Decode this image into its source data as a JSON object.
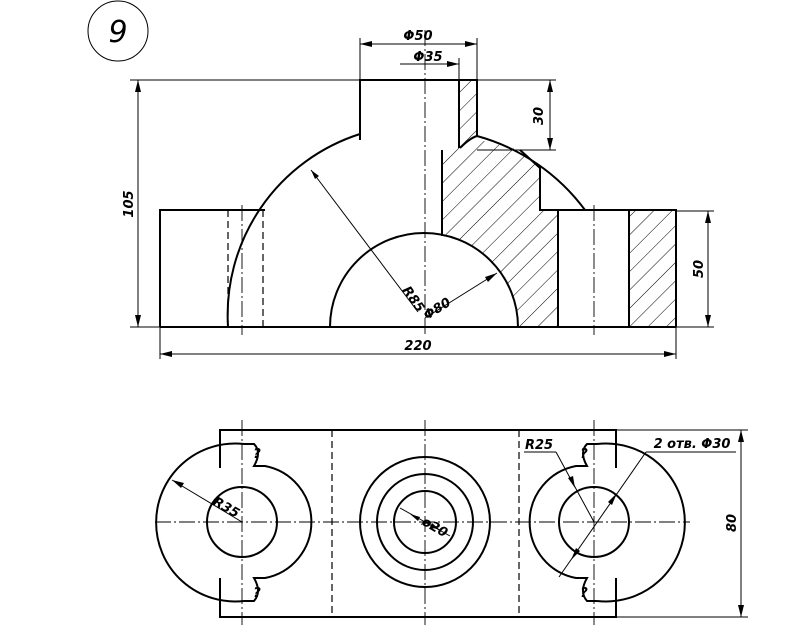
{
  "sheet": {
    "number": "9"
  },
  "dimensions": {
    "phi50": "Φ50",
    "phi35": "Φ35",
    "h30": "30",
    "h105": "105",
    "h50": "50",
    "r85": "R85",
    "phi80": "Φ80",
    "w220": "220",
    "r35": "R35",
    "phi20": "ø20",
    "r25": "R25",
    "holes": "2 отв. Φ30",
    "d80": "80",
    "unknown": "?"
  }
}
